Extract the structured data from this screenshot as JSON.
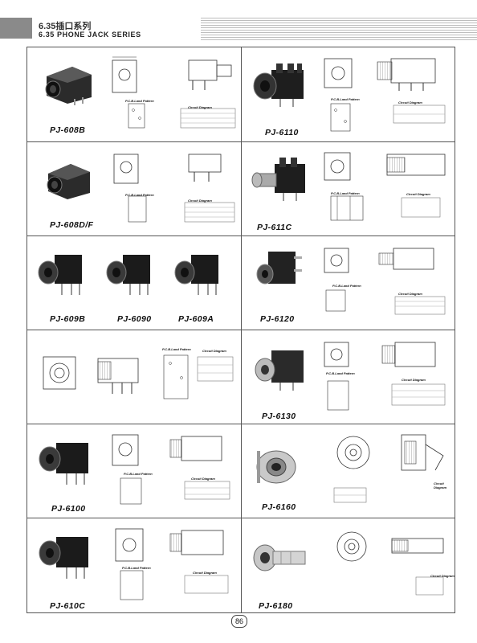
{
  "header": {
    "title": "6.35插口系列",
    "subtitle": "6.35 PHONE JACK SERIES"
  },
  "products": {
    "pj608b": "PJ-608B",
    "pj6110": "PJ-6110",
    "pj608df": "PJ-608D/F",
    "pj611c": "PJ-611C",
    "pj609b": "PJ-609B",
    "pj6090": "PJ-6090",
    "pj609a": "PJ-609A",
    "pj6120": "PJ-6120",
    "pj6130": "PJ-6130",
    "pj6100": "PJ-6100",
    "pj6160": "PJ-6160",
    "pj610c": "PJ-610C",
    "pj6180": "PJ-6180"
  },
  "captions": {
    "pcb": "P.C.B.Land Pattern",
    "circuit": "Circuit Diagram"
  },
  "page_number": "86"
}
